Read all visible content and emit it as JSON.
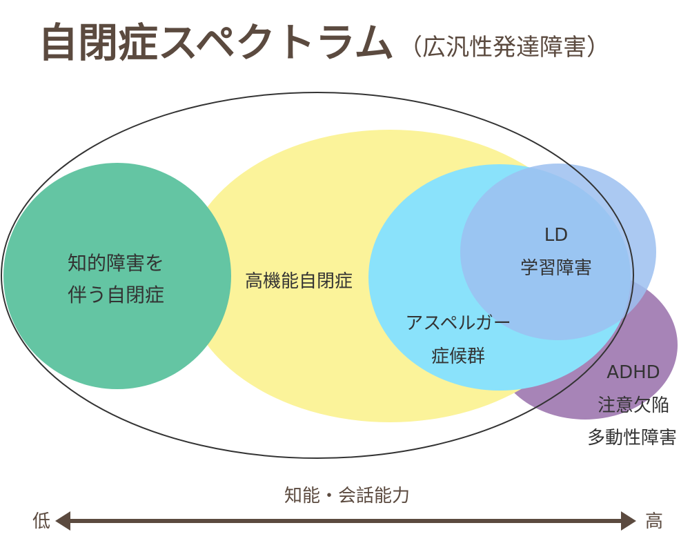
{
  "title": {
    "main": "自閉症スペクトラム",
    "sub": "（広汎性発達障害）"
  },
  "regions": {
    "intellectual_disability_autism": {
      "lines": [
        "知的障害を",
        "伴う自閉症"
      ]
    },
    "high_functioning_autism": {
      "label": "高機能自閉症"
    },
    "asperger": {
      "lines": [
        "アスペルガー",
        "症候群"
      ]
    },
    "ld": {
      "lines": [
        "LD",
        "学習障害"
      ]
    },
    "adhd": {
      "lines": [
        "ADHD",
        "注意欠陥",
        "多動性障害"
      ]
    }
  },
  "axis": {
    "label": "知能・会話能力",
    "low": "低",
    "high": "高"
  },
  "colors": {
    "title": "#5b4a3f",
    "green": "#64c5a3",
    "yellow": "#fbf39a",
    "cyan": "#8ae2fb",
    "blue": "#9fc1ef",
    "purple": "#a784b7",
    "arrow": "#5b4a3f"
  }
}
